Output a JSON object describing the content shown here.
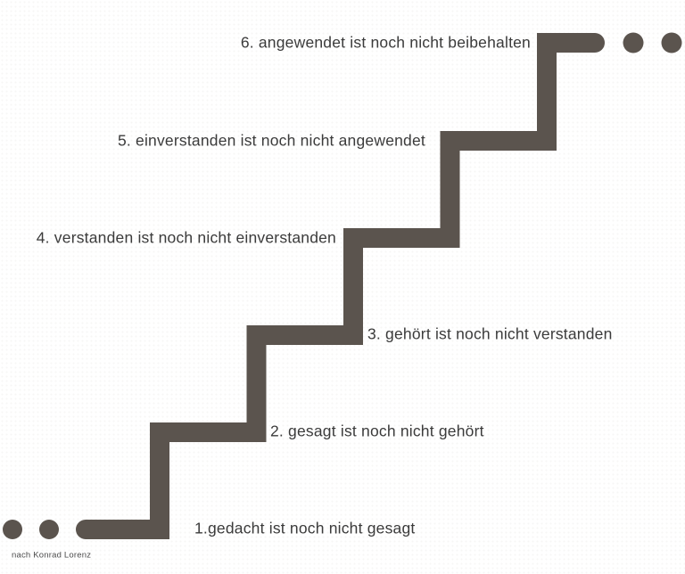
{
  "colors": {
    "stair": "#5b544e",
    "text": "#3b3b3b",
    "caption": "#4d4d4d"
  },
  "diagram": {
    "type": "staircase",
    "steps": [
      {
        "number": 1,
        "text": "1.gedacht ist noch nicht gesagt"
      },
      {
        "number": 2,
        "text": "2. gesagt ist noch nicht gehört"
      },
      {
        "number": 3,
        "text": "3. gehört ist noch nicht verstanden"
      },
      {
        "number": 4,
        "text": "4. verstanden ist noch nicht einverstanden"
      },
      {
        "number": 5,
        "text": "5. einverstanden ist noch nicht angewendet"
      },
      {
        "number": 6,
        "text": "6. angewendet ist noch nicht beibehalten"
      }
    ]
  },
  "caption": {
    "text": "nach Konrad Lorenz"
  }
}
